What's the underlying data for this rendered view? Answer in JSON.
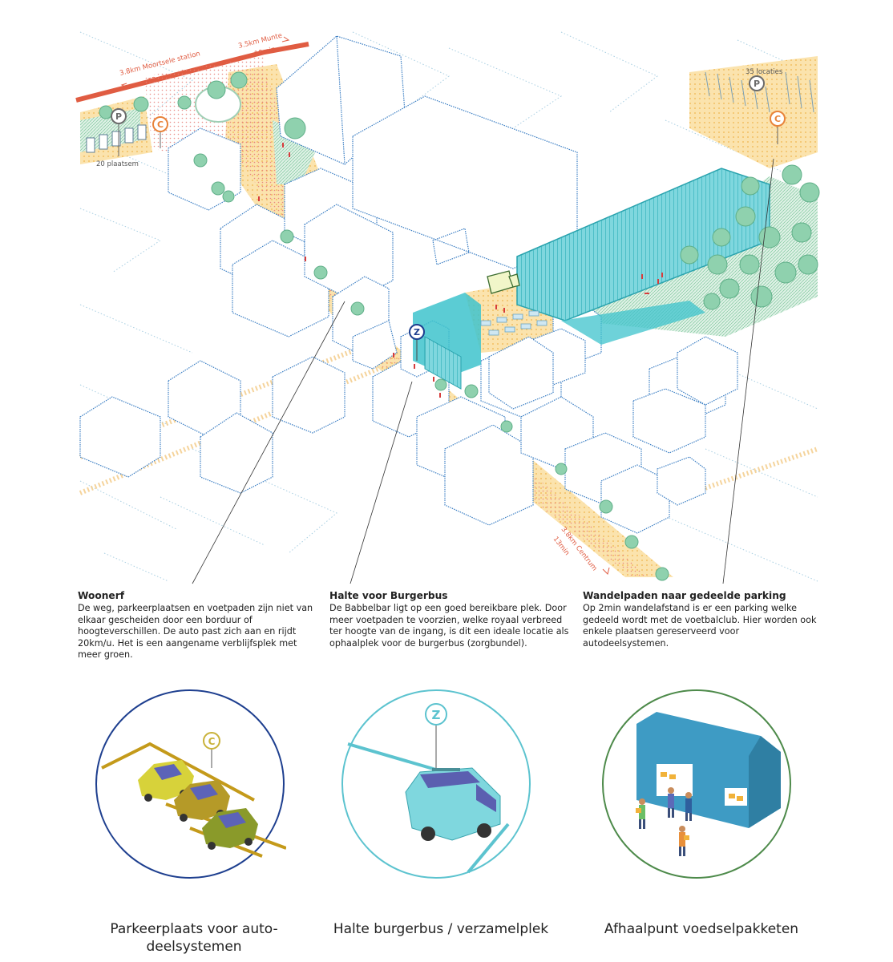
{
  "map": {
    "labels": {
      "route_moortsele": "3.8km Moortsele station",
      "route_moortsele_time": "13min",
      "route_munte": "3.5km Munte",
      "route_munte_time": "10min",
      "route_centrum": "3.8km Centrum",
      "route_centrum_time": "13min",
      "parking_left_count": "20 plaatsem",
      "parking_right_count": "35 locaties",
      "parking_letter": "P",
      "car_share_letter": "C",
      "bus_letter": "Z"
    },
    "colors": {
      "road": "#e05c42",
      "sidewalk": "#f7d58e",
      "plaza": "#f6c2c0",
      "building_line": "#3c7fc4",
      "teal": "#3ec3cc",
      "tree": "#8fd1ae",
      "grid": "#9ac8df"
    }
  },
  "sections": [
    {
      "title": "Woonerf",
      "text": "De weg, parkeerplaatsen en voetpaden zijn niet van elkaar gescheiden door een borduur of hoogteverschillen. De auto past zich aan en rijdt 20km/u. Het is een aangename verblijfsplek met meer groen."
    },
    {
      "title": "Halte voor Burgerbus",
      "text": "De Babbelbar ligt op een goed bereikbare plek. Door meer voetpaden te voorzien, welke royaal verbreed ter hoogte van de ingang, is dit een ideale locatie als ophaalplek voor de burgerbus (zorgbundel)."
    },
    {
      "title": "Wandelpaden naar gedeelde parking",
      "text": "Op 2min wandelafstand is er een parking welke gedeeld wordt met de voetbalclub. Hier worden ook enkele plaatsen gereserveerd voor autodeelsystemen."
    }
  ],
  "icons": [
    {
      "caption": "Parkeerplaats voor autodeelsystemen",
      "caption_line1": "Parkeerplaats voor auto-",
      "caption_line2": "deelsystemen",
      "letter": "C",
      "ring_color": "#1e3f8f"
    },
    {
      "caption": "Halte burgerbus / verzamelplek",
      "letter": "Z",
      "ring_color": "#5cc3cf"
    },
    {
      "caption": "Afhaalpunt voedselpakketen",
      "ring_color": "#4d8a4a"
    }
  ]
}
